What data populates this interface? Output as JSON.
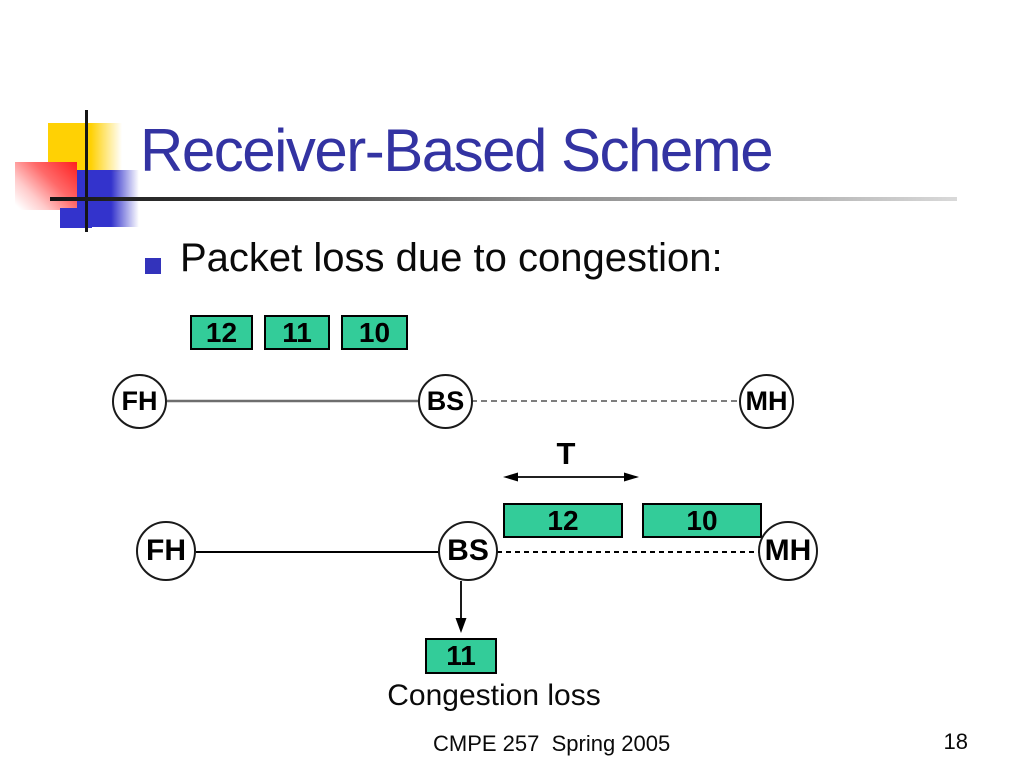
{
  "title": "Receiver-Based Scheme",
  "bullet": {
    "text": "Packet loss due to congestion:"
  },
  "diagram": {
    "row1": {
      "packets": [
        "12",
        "11",
        "10"
      ],
      "nodes": [
        "FH",
        "BS",
        "MH"
      ],
      "link_fh_bs": "solid",
      "link_bs_mh": "dashed"
    },
    "timer_label": "T",
    "row2": {
      "packets": [
        "12",
        "10"
      ],
      "nodes": [
        "FH",
        "BS",
        "MH"
      ],
      "lost_packet": "11",
      "link_fh_bs": "solid",
      "link_bs_mh": "dashed"
    },
    "caption": "Congestion loss"
  },
  "footer": {
    "course": "CMPE 257  Spring 2005",
    "page": "18"
  },
  "colors": {
    "packet_green": "#33cc99",
    "title_blue": "#3333a2",
    "bullet_blue": "#3333bb",
    "deco_yellow": "#ffd104",
    "deco_red": "#ff1f1f",
    "deco_blue": "#3333cc"
  }
}
